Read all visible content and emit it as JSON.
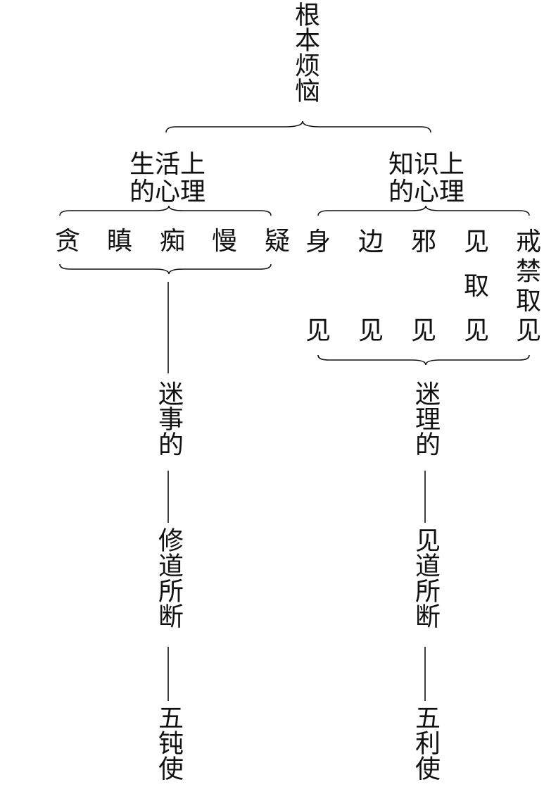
{
  "root": "根本烦恼",
  "left_group": {
    "heading_line1": "生活上",
    "heading_line2": "的心理",
    "items": [
      "贪",
      "瞋",
      "痴",
      "慢",
      "疑"
    ],
    "nature": "迷事的",
    "cut_by": "修道所断",
    "name": "五钝使"
  },
  "right_group": {
    "heading_line1": "知识上",
    "heading_line2": "的心理",
    "items": [
      "身见",
      "边见",
      "邪见",
      "见取见",
      "戒禁取见"
    ],
    "nature": "迷理的",
    "cut_by": "见道所断",
    "name": "五利使"
  }
}
